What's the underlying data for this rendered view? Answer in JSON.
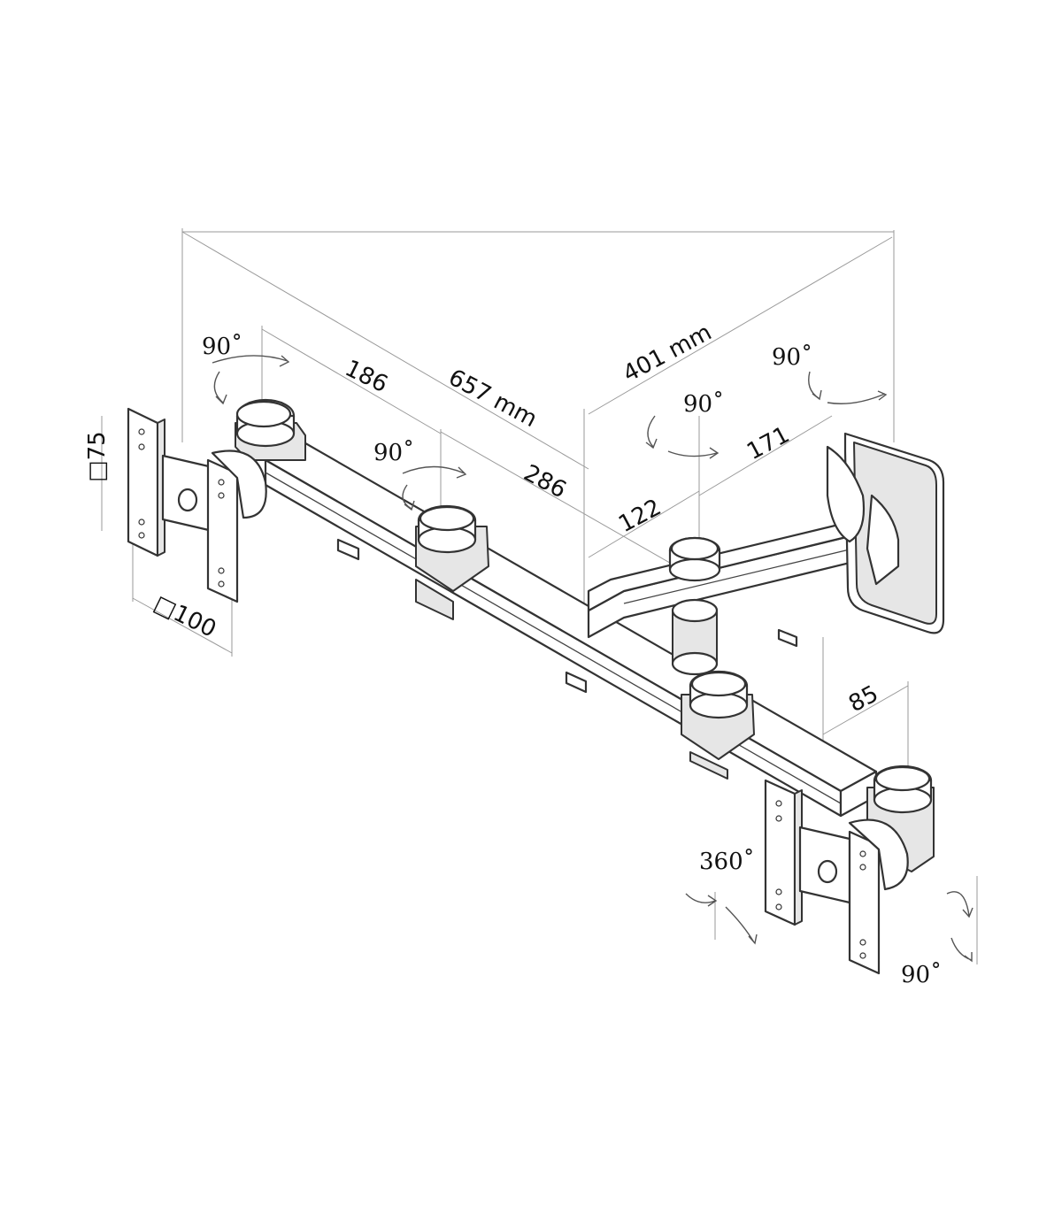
{
  "dimensions": {
    "total_width": "657 mm",
    "depth": "401 mm",
    "seg_186": "186",
    "seg_286": "286",
    "seg_122": "122",
    "seg_171": "171",
    "seg_85": "85",
    "vesa_75": "□75",
    "vesa_100": "□100"
  },
  "rotations": {
    "left_top": "90˚",
    "center_left": "90˚",
    "center_right": "90˚",
    "wall_top": "90˚",
    "bottom_swivel": "360˚",
    "bottom_tilt": "90˚"
  },
  "colors": {
    "line": "#333333",
    "dimension_line": "#9a9a9a",
    "background": "#ffffff"
  }
}
